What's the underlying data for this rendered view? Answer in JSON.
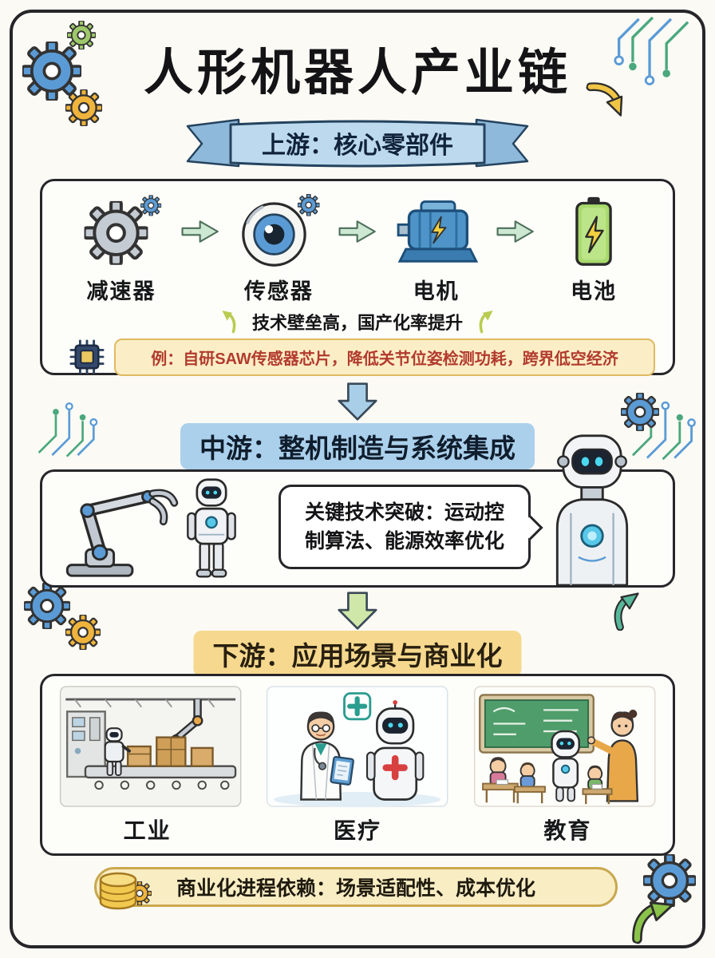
{
  "title": "人形机器人产业链",
  "upstream": {
    "banner": "上游：核心零部件",
    "components": [
      {
        "label": "减速器",
        "icon": "gear-icon"
      },
      {
        "label": "传感器",
        "icon": "sensor-eye-icon"
      },
      {
        "label": "电机",
        "icon": "motor-icon"
      },
      {
        "label": "电池",
        "icon": "battery-icon"
      }
    ],
    "note": "技术壁垒高，国产化率提升",
    "example": "例：自研SAW传感器芯片，降低关节位姿检测功耗，跨界低空经济"
  },
  "midstream": {
    "banner": "中游：整机制造与系统集成",
    "bubble_lines": [
      "关键技术突破：运动控",
      "制算法、能源效率优化"
    ]
  },
  "downstream": {
    "banner": "下游：应用场景与商业化",
    "scenes": [
      {
        "label": "工业",
        "illustration": "industry-scene"
      },
      {
        "label": "医疗",
        "illustration": "medical-scene"
      },
      {
        "label": "教育",
        "illustration": "education-scene"
      }
    ],
    "note": "商业化进程依赖：场景适配性、成本优化"
  },
  "colors": {
    "ribbon_blue": "#bcd9ee",
    "highlight_blue": "#abd0ec",
    "highlight_yellow": "#f6d98e",
    "example_bg": "#fbeec6",
    "example_text": "#b23b2e",
    "arrow_down_blue": "#a9cfe8",
    "arrow_down_green": "#cfe7a8",
    "gear_blue": "#5b9bd5",
    "gear_orange": "#f0b43c",
    "gear_green": "#9ec86a",
    "battery_green": "#a8d96c"
  }
}
